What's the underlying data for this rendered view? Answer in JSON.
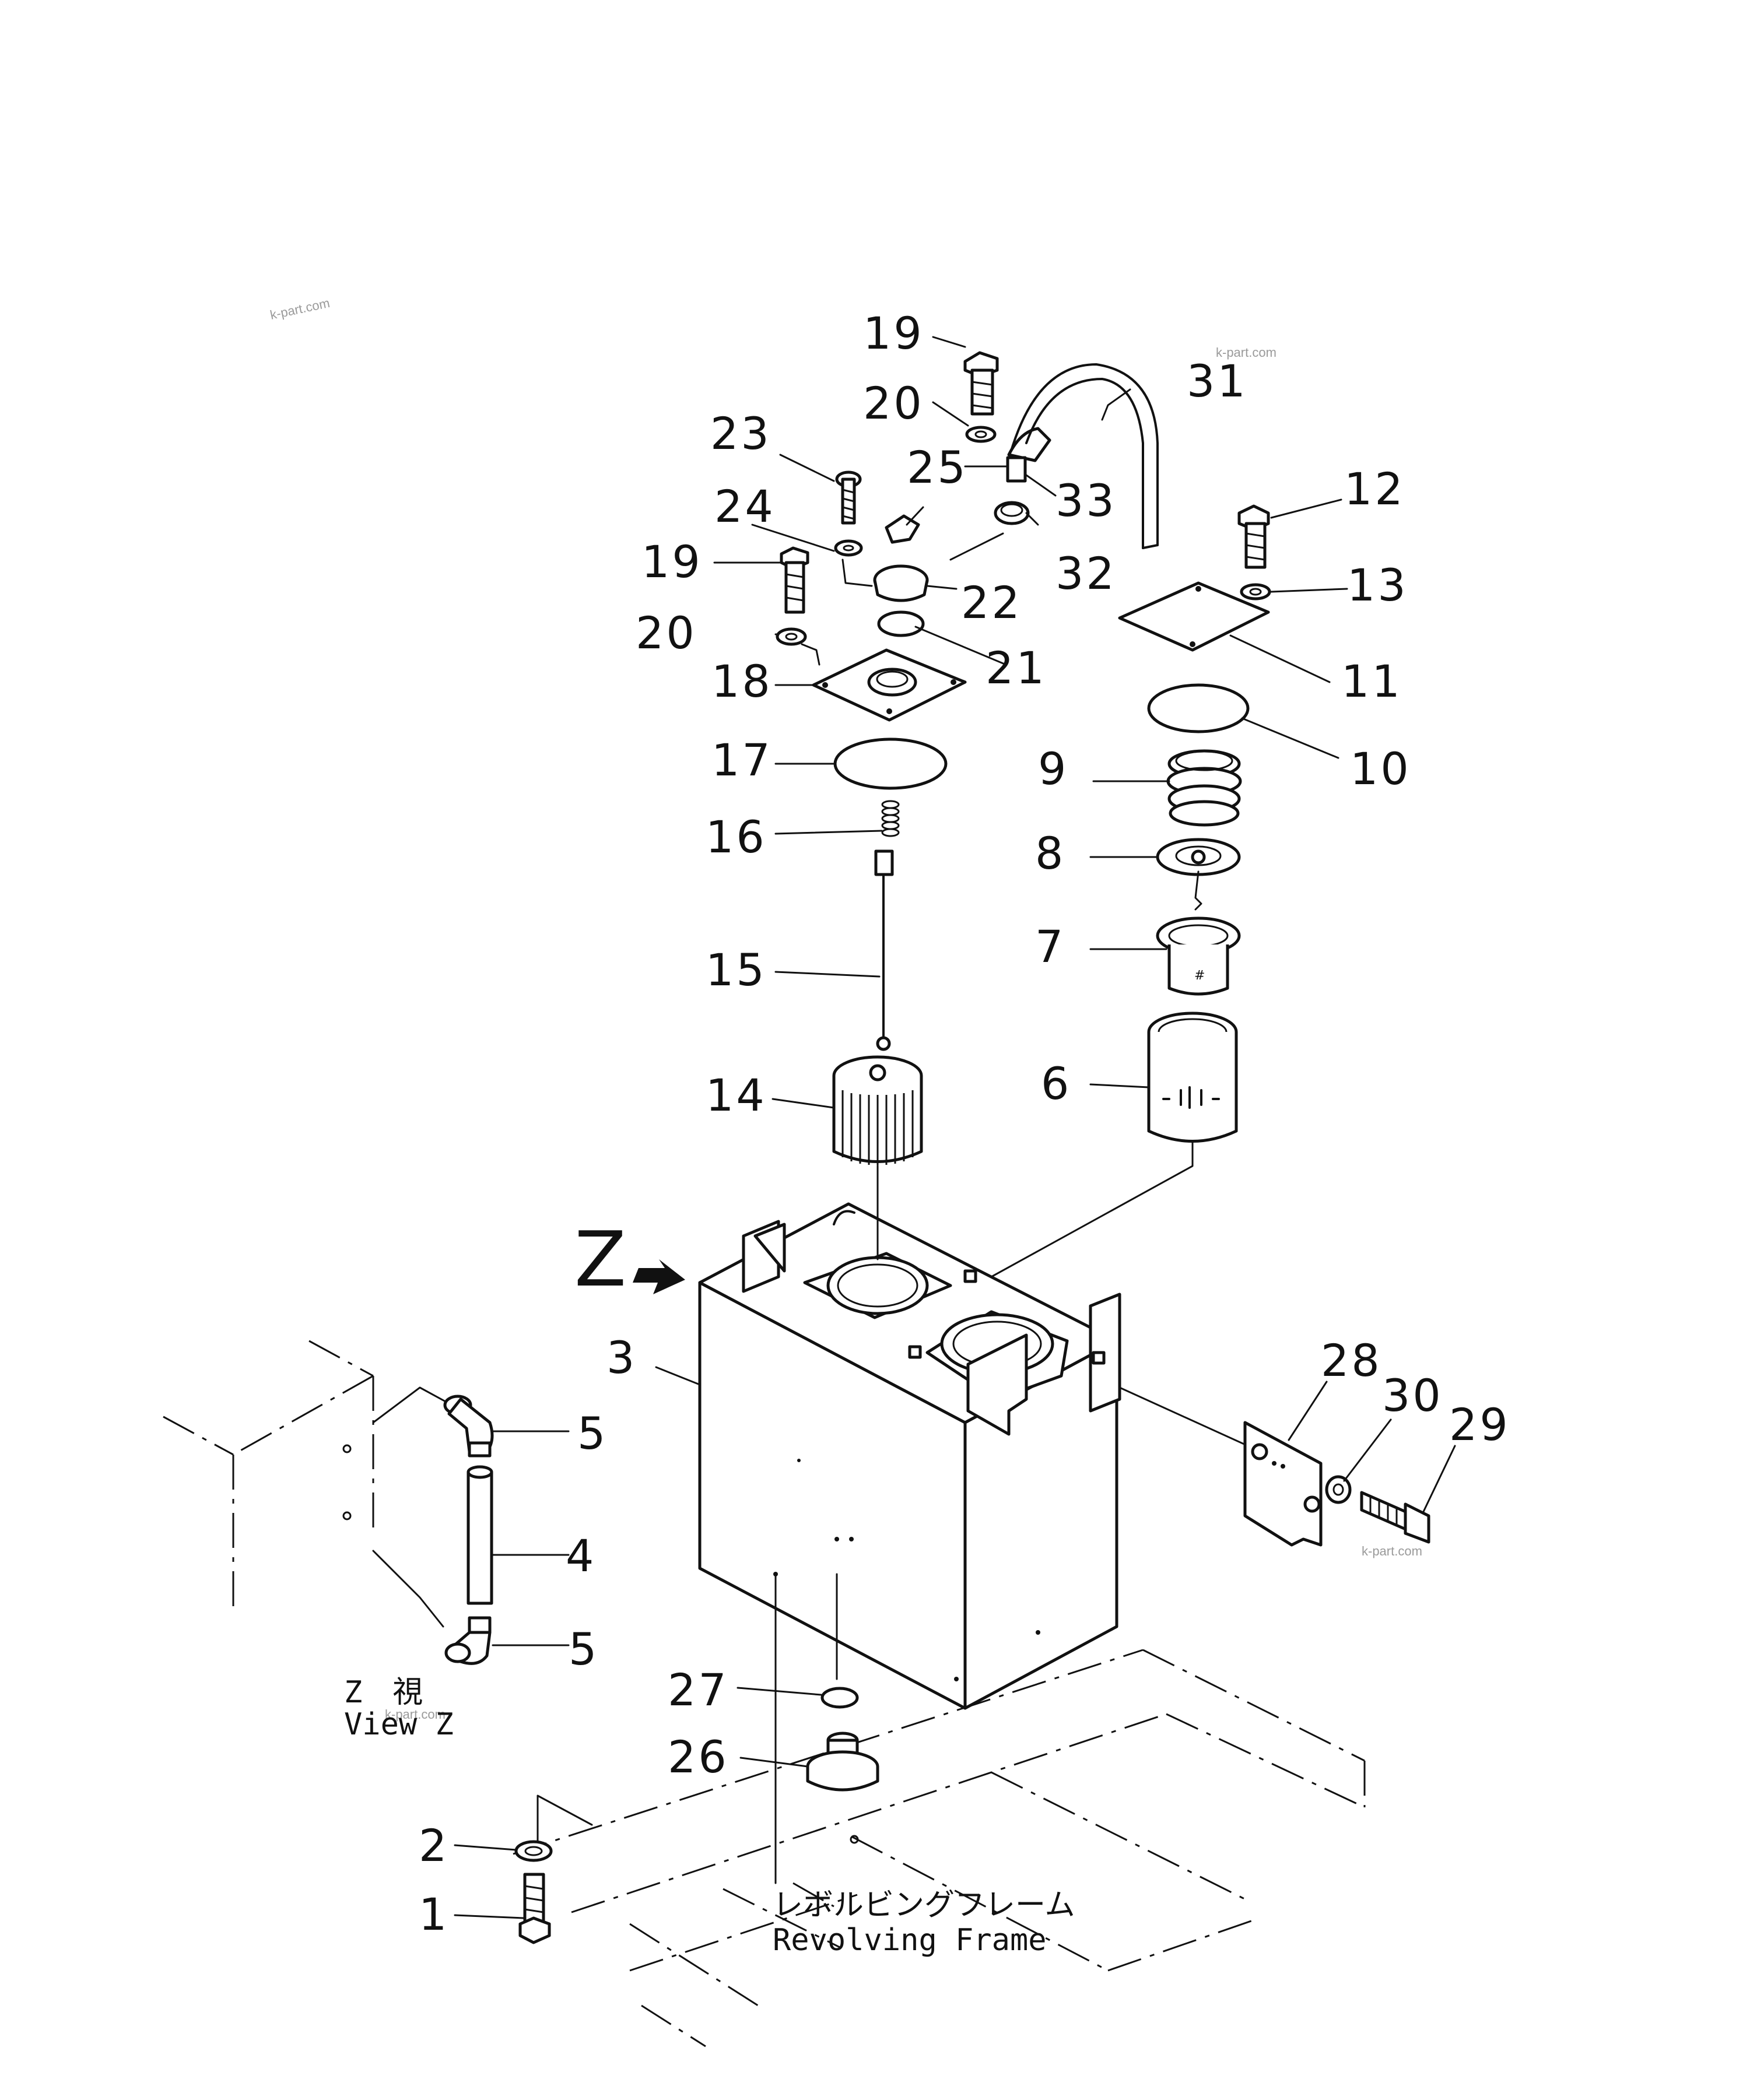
{
  "callouts": {
    "n1": "1",
    "n2": "2",
    "n3": "3",
    "n4": "4",
    "n5a": "5",
    "n5b": "5",
    "n6": "6",
    "n7": "7",
    "n8": "8",
    "n9": "9",
    "n10": "10",
    "n11": "11",
    "n12": "12",
    "n13": "13",
    "n14": "14",
    "n15": "15",
    "n16": "16",
    "n17": "17",
    "n18": "18",
    "n19a": "19",
    "n19b": "19",
    "n20a": "20",
    "n20b": "20",
    "n21": "21",
    "n22": "22",
    "n23": "23",
    "n24": "24",
    "n25": "25",
    "n26": "26",
    "n27": "27",
    "n28": "28",
    "n29": "29",
    "n30": "30",
    "n31": "31",
    "n32": "32",
    "n33": "33"
  },
  "view_marker": "Z",
  "view_caption": {
    "jp": "Z　視",
    "en": "View Z"
  },
  "frame_caption": {
    "jp": "レボルビングフレーム",
    "en": "Revolving Frame"
  },
  "watermark": "k-part.com"
}
